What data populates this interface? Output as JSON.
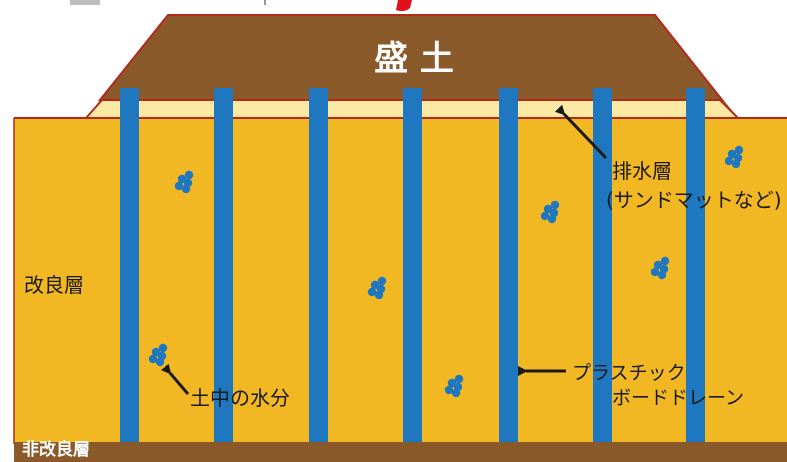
{
  "labels": {
    "embankment": "盛 土",
    "drainage_layer_line1": "排水層",
    "drainage_layer_line2": "(サンドマットなど)",
    "improved_layer": "改良層",
    "soil_moisture": "土中の水分",
    "plastic_drain_line1": "プラスチック",
    "plastic_drain_line2": "ボードドレーン",
    "unimproved_layer": "非改良層"
  },
  "colors": {
    "embankment": "#8b5a2b",
    "embankment_stroke": "#b22a1c",
    "sand_mat": "#fbe9a4",
    "improved_layer": "#f2b824",
    "improved_stroke": "#b22a1c",
    "drain": "#1f78bf",
    "water": "#1f78bf",
    "unimproved_layer": "#8b5a2b",
    "top_accent": "#e0101a"
  },
  "icons": {
    "water_droplet": "water-cluster-icon",
    "arrow": "arrow-icon"
  }
}
